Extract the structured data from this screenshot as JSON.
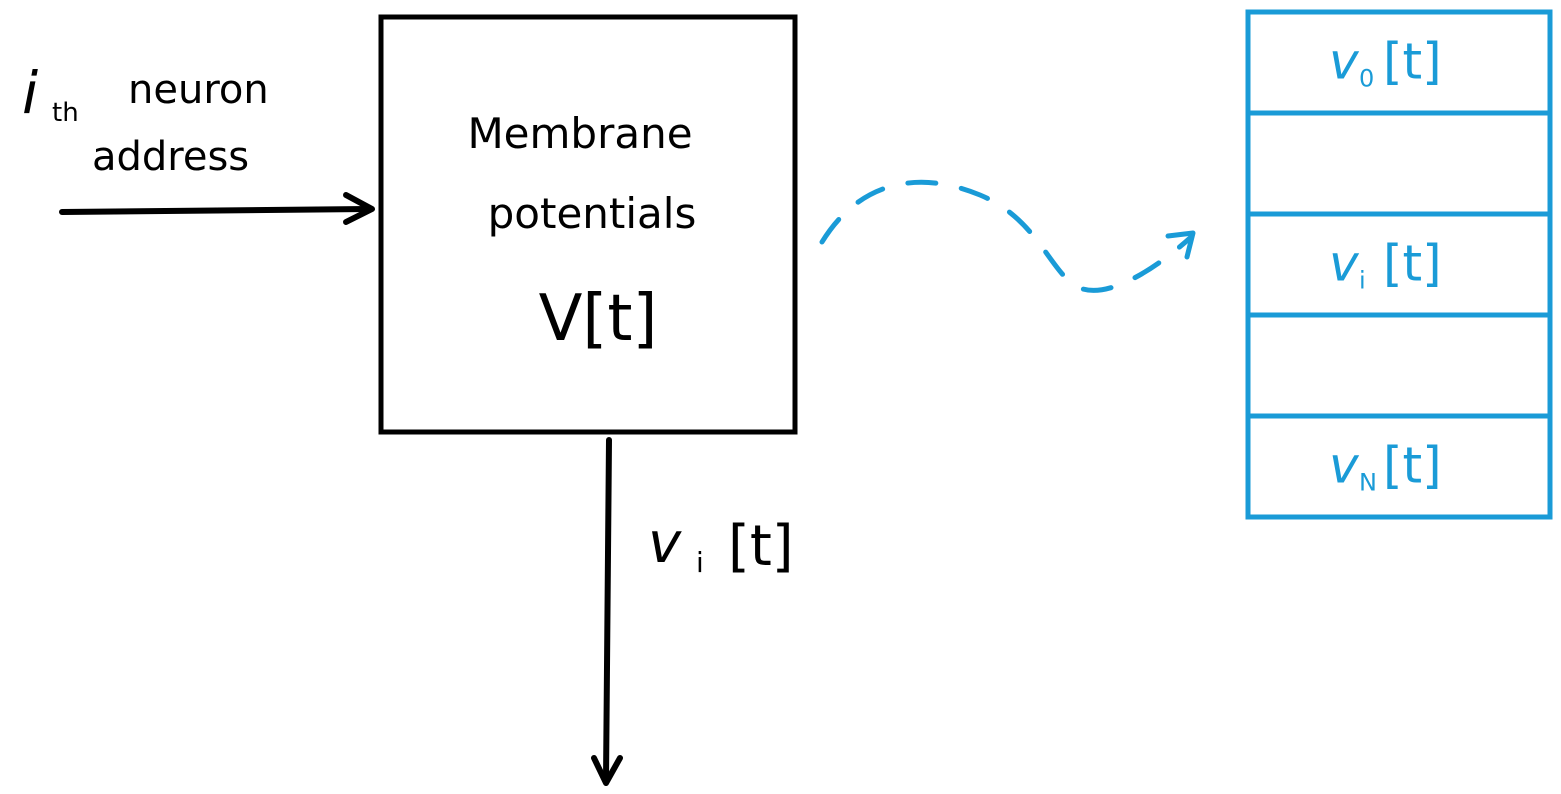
{
  "input_label": {
    "symbol": "i",
    "subscript": "th",
    "line1_rest": "neuron",
    "line2": "address"
  },
  "memory_block": {
    "line1": "Membrane",
    "line2": "potentials",
    "symbol": "V[t]"
  },
  "output_label": {
    "symbol": "v",
    "subscript": "i",
    "suffix": "[t]"
  },
  "memory_cells": [
    {
      "symbol": "v",
      "subscript": "0",
      "suffix": "[t]"
    },
    {
      "symbol": "",
      "subscript": "",
      "suffix": ""
    },
    {
      "symbol": "v",
      "subscript": "i",
      "suffix": "[t]"
    },
    {
      "symbol": "",
      "subscript": "",
      "suffix": ""
    },
    {
      "symbol": "v",
      "subscript": "N",
      "suffix": "[t]"
    }
  ],
  "colors": {
    "ink": "#000000",
    "accent": "#1a9bd7"
  }
}
